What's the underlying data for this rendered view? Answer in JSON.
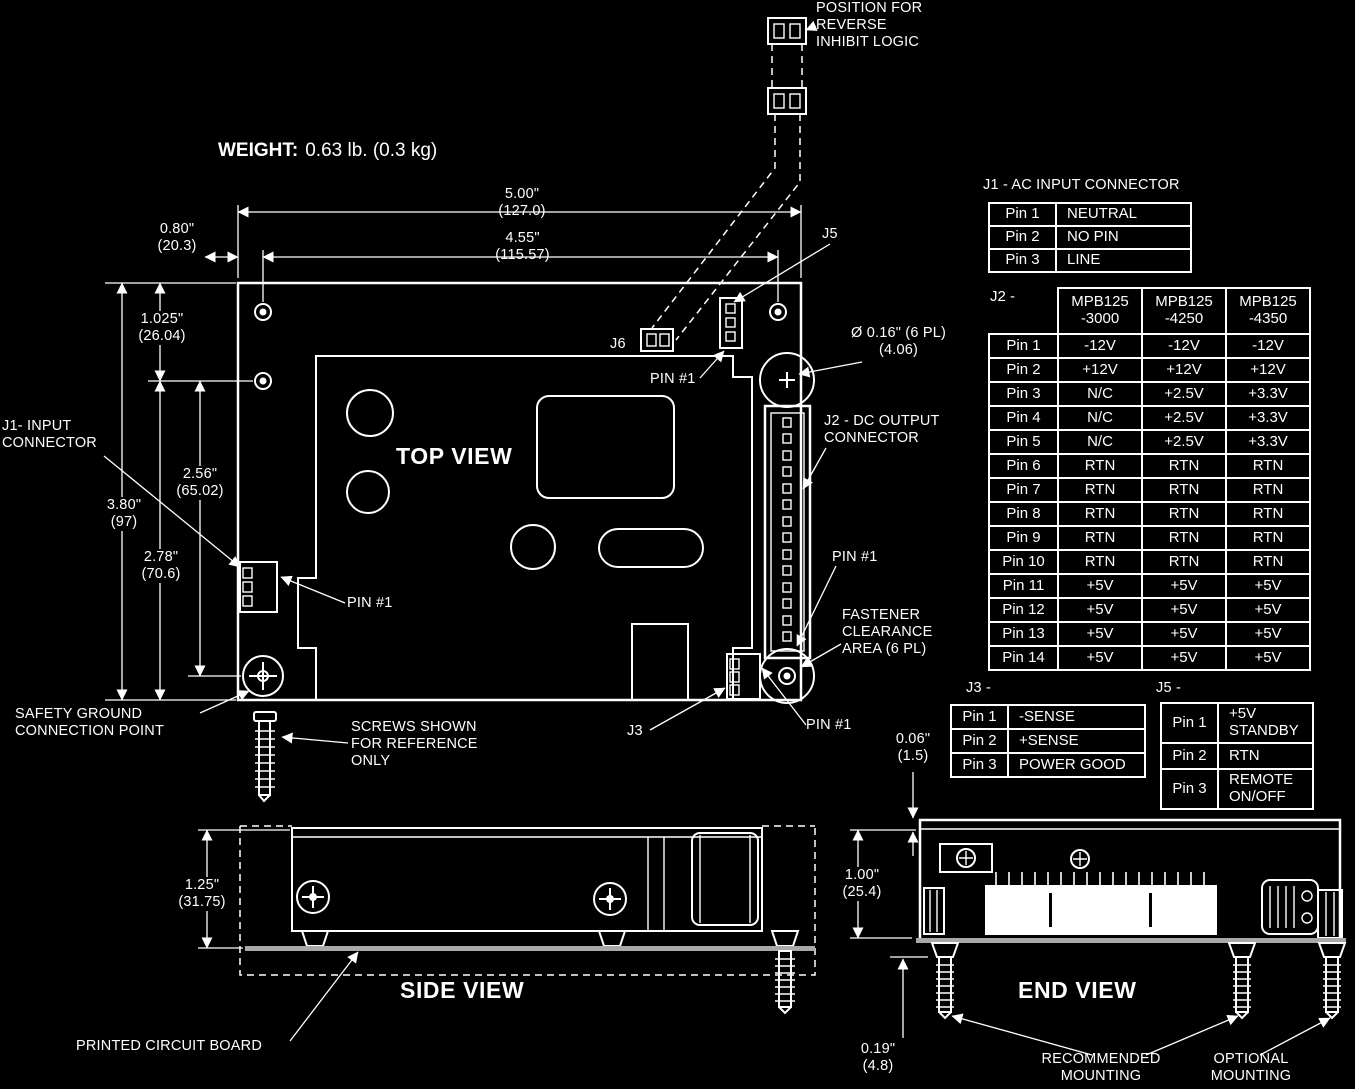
{
  "colors": {
    "background": "#000000",
    "line": "#ffffff",
    "pcb_bar": "#a8a8a8"
  },
  "weight": {
    "label": "WEIGHT:",
    "value": "0.63 lb. (0.3 kg)"
  },
  "titles": {
    "top": "TOP VIEW",
    "side": "SIDE VIEW",
    "end": "END VIEW"
  },
  "labels": {
    "position_reverse": "POSITION FOR\nREVERSE\nINHIBIT LOGIC",
    "j5": "J5",
    "j6": "J6",
    "j3": "J3",
    "pin1": "PIN #1",
    "j1_input": "J1- INPUT\nCONNECTOR",
    "j2_output": "J2 - DC OUTPUT\nCONNECTOR",
    "fastener": "FASTENER\nCLEARANCE\nAREA (6 PL)",
    "safety_ground": "SAFETY GROUND\nCONNECTION POINT",
    "screws_ref": "SCREWS SHOWN\nFOR REFERENCE\nONLY",
    "pcb": "PRINTED CIRCUIT BOARD",
    "recommended": "RECOMMENDED\nMOUNTING",
    "optional": "OPTIONAL\nMOUNTING"
  },
  "dims": {
    "w500": "5.00\"\n(127.0)",
    "w455": "4.55\"\n(115.57)",
    "d080": "0.80\"\n(20.3)",
    "d1025": "1.025\"\n(26.04)",
    "d256": "2.56\"\n(65.02)",
    "d380": "3.80\"\n(97)",
    "d278": "2.78\"\n(70.6)",
    "hole": "Ø 0.16\" (6 PL)\n(4.06)",
    "d125": "1.25\"\n(31.75)",
    "d100": "1.00\"\n(25.4)",
    "d006": "0.06\"\n(1.5)",
    "d019": "0.19\"\n(4.8)"
  },
  "tables": {
    "j1": {
      "title": "J1 - AC INPUT CONNECTOR",
      "rows": [
        [
          "Pin 1",
          "NEUTRAL"
        ],
        [
          "Pin 2",
          "NO PIN"
        ],
        [
          "Pin 3",
          "LINE"
        ]
      ]
    },
    "j2": {
      "title": "J2 -",
      "headers": [
        "MPB125\n-3000",
        "MPB125\n-4250",
        "MPB125\n-4350"
      ],
      "rows": [
        [
          "Pin 1",
          "-12V",
          "-12V",
          "-12V"
        ],
        [
          "Pin 2",
          "+12V",
          "+12V",
          "+12V"
        ],
        [
          "Pin 3",
          "N/C",
          "+2.5V",
          "+3.3V"
        ],
        [
          "Pin 4",
          "N/C",
          "+2.5V",
          "+3.3V"
        ],
        [
          "Pin 5",
          "N/C",
          "+2.5V",
          "+3.3V"
        ],
        [
          "Pin 6",
          "RTN",
          "RTN",
          "RTN"
        ],
        [
          "Pin 7",
          "RTN",
          "RTN",
          "RTN"
        ],
        [
          "Pin 8",
          "RTN",
          "RTN",
          "RTN"
        ],
        [
          "Pin 9",
          "RTN",
          "RTN",
          "RTN"
        ],
        [
          "Pin 10",
          "RTN",
          "RTN",
          "RTN"
        ],
        [
          "Pin 11",
          "+5V",
          "+5V",
          "+5V"
        ],
        [
          "Pin 12",
          "+5V",
          "+5V",
          "+5V"
        ],
        [
          "Pin 13",
          "+5V",
          "+5V",
          "+5V"
        ],
        [
          "Pin 14",
          "+5V",
          "+5V",
          "+5V"
        ]
      ]
    },
    "j3": {
      "title": "J3 -",
      "rows": [
        [
          "Pin 1",
          "-SENSE"
        ],
        [
          "Pin 2",
          "+SENSE"
        ],
        [
          "Pin 3",
          "POWER GOOD"
        ]
      ]
    },
    "j5": {
      "title": "J5 -",
      "rows": [
        [
          "Pin 1",
          "+5V\nSTANDBY"
        ],
        [
          "Pin 2",
          "RTN"
        ],
        [
          "Pin 3",
          "REMOTE\nON/OFF"
        ]
      ]
    }
  }
}
